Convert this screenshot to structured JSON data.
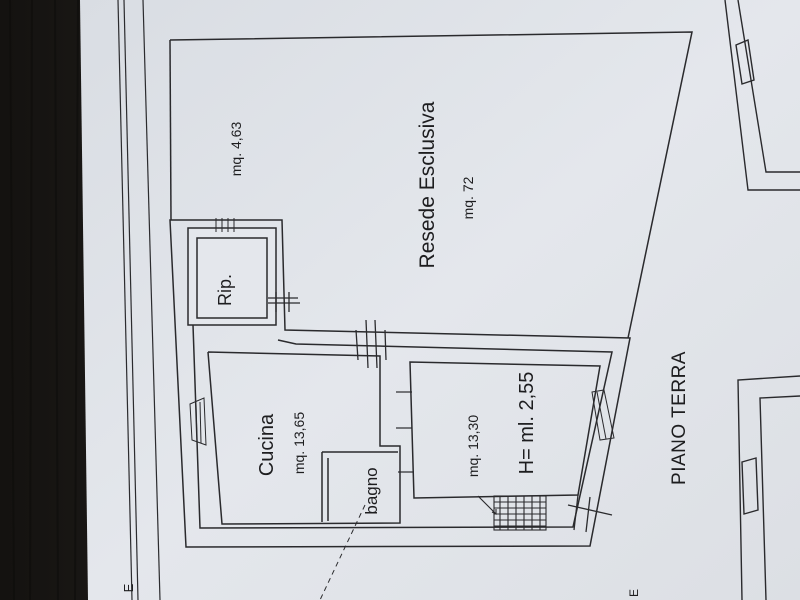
{
  "plan": {
    "title": "PIANO TERRA",
    "edge_mark": "E",
    "rooms": {
      "resede": {
        "name": "Resede Esclusiva",
        "area": "mq. 72"
      },
      "ripostiglio": {
        "name": "Rip.",
        "area": "mq. 4,63"
      },
      "cucina": {
        "name": "Cucina",
        "area": "mq. 13,65"
      },
      "bagno": {
        "name": "bagno"
      },
      "stanza": {
        "area": "mq. 13,30",
        "height": "H= ml. 2,55"
      }
    }
  }
}
